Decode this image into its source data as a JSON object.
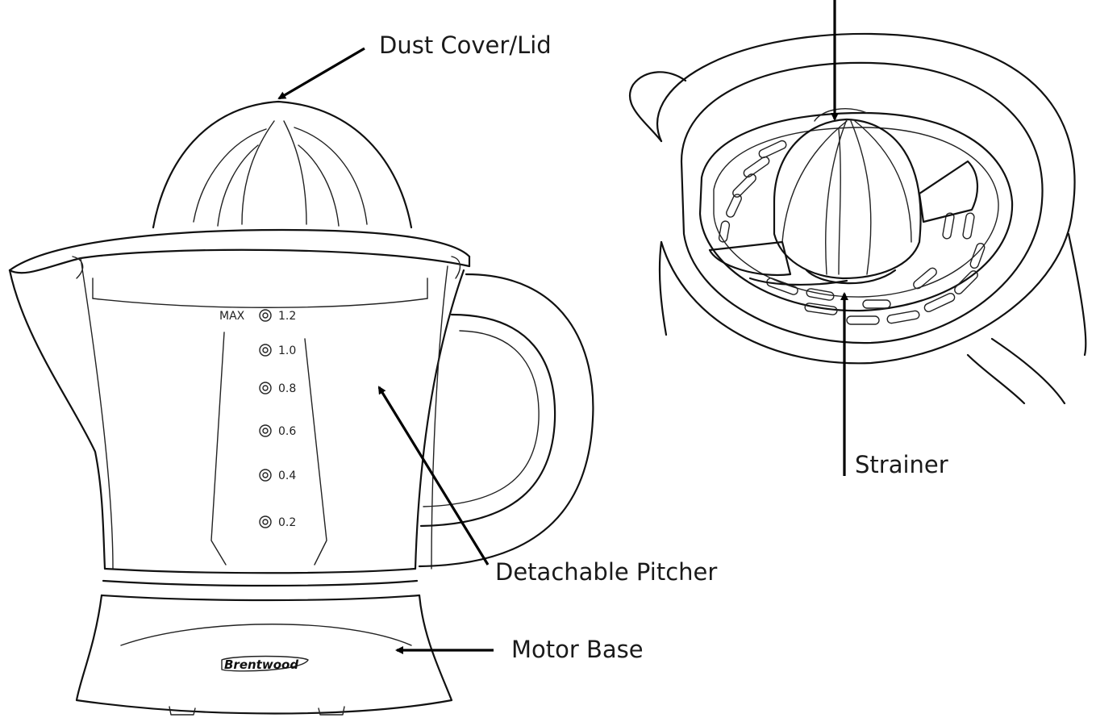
{
  "labels": {
    "dust_cover": "Dust Cover/Lid",
    "pitcher": "Detachable Pitcher",
    "motor_base": "Motor Base",
    "strainer": "Strainer"
  },
  "scale": {
    "max_word": "MAX",
    "marks": [
      "1.2",
      "1.0",
      "0.8",
      "0.6",
      "0.4",
      "0.2"
    ]
  },
  "brand": "Brentwood"
}
